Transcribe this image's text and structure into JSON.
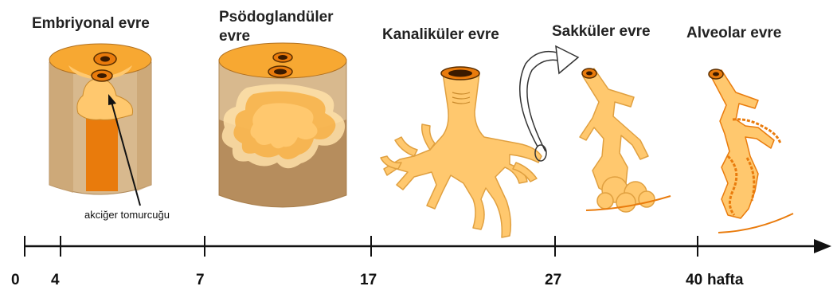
{
  "stages": [
    {
      "name": "Embriyonal evre"
    },
    {
      "name": "Psödoglandüler evre"
    },
    {
      "name": "Kanaliküler evre"
    },
    {
      "name": "Sakküler evre"
    },
    {
      "name": "Alveolar evre"
    }
  ],
  "annotation": "akciğer tomurcuğu",
  "timeline": {
    "ticks": [
      "0",
      "4",
      "7",
      "17",
      "27",
      "40"
    ],
    "unit": "hafta"
  },
  "colors": {
    "orange_light": "#FFC86E",
    "orange_mid": "#F7A832",
    "orange_dark": "#E97B0C",
    "tan": "#D8B98E",
    "brown": "#8A5A1C"
  }
}
